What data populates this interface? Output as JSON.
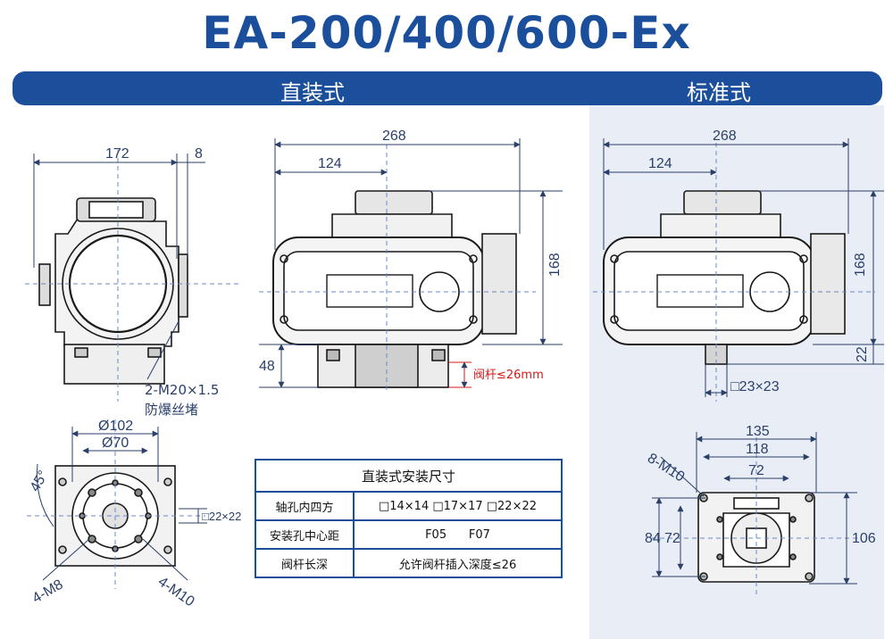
{
  "title": "EA-200/400/600-Ex",
  "sections": {
    "left": "直装式",
    "right": "标准式"
  },
  "side_view": {
    "dim_width": "172",
    "dim_offset": "8",
    "note_line1": "2-M20×1.5",
    "note_line2": "防爆丝堵"
  },
  "front_view": {
    "dim_total": "268",
    "dim_half": "124",
    "dim_height": "168",
    "dim_bottom": "48",
    "stem_note": "阀杆≤26mm"
  },
  "std_view": {
    "dim_total": "268",
    "dim_half": "124",
    "dim_height": "168",
    "dim_bottom": "22",
    "square": "□23×23"
  },
  "flange_left": {
    "d1": "Ø102",
    "d2": "Ø70",
    "angle": "45°",
    "square": "□22×22",
    "bolt1": "4-M8",
    "bolt2": "4-M10"
  },
  "flange_right": {
    "w1": "135",
    "w2": "118",
    "w3": "72",
    "bolt": "8-M10",
    "h_left1": "84",
    "h_left2": "72",
    "h_right": "106"
  },
  "table": {
    "header": "直装式安装尺寸",
    "rows": [
      {
        "key": "轴孔内四方",
        "value": "□14×14  □17×17  □22×22"
      },
      {
        "key": "安装孔中心距",
        "value": "F05      F07"
      },
      {
        "key": "阀杆长深",
        "value": "允许阀杆插入深度≤26"
      }
    ]
  },
  "colors": {
    "brand": "#1b4f9c",
    "dimension": "#2a3f6a",
    "note_red": "#d11a1a",
    "panel": "#e9eef6"
  }
}
